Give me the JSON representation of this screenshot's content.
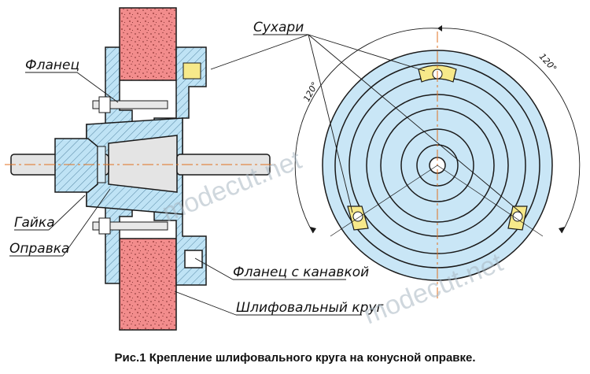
{
  "labels": {
    "sukhari": "Сухари",
    "flanets": "Фланец",
    "gaika": "Гайка",
    "opravka": "Оправка",
    "flanets_kanavka": "Фланец с канавкой",
    "krug": "Шлифовальный круг"
  },
  "angles": [
    "120°",
    "120°"
  ],
  "watermark": "modecut.net",
  "caption": "Рис.1 Крепление шлифовального круга на конусной оправке.",
  "colors": {
    "flange_fill": "#bfe3f5",
    "wheel_fill": "#f08a8a",
    "wheel_inner": "#f5a9a9",
    "disk_fill": "#c9e6f6",
    "insert_fill": "#f7e98a",
    "outline": "#1a1a1a",
    "center_line": "#e07020",
    "shaft_fill": "#e4e4e4"
  }
}
